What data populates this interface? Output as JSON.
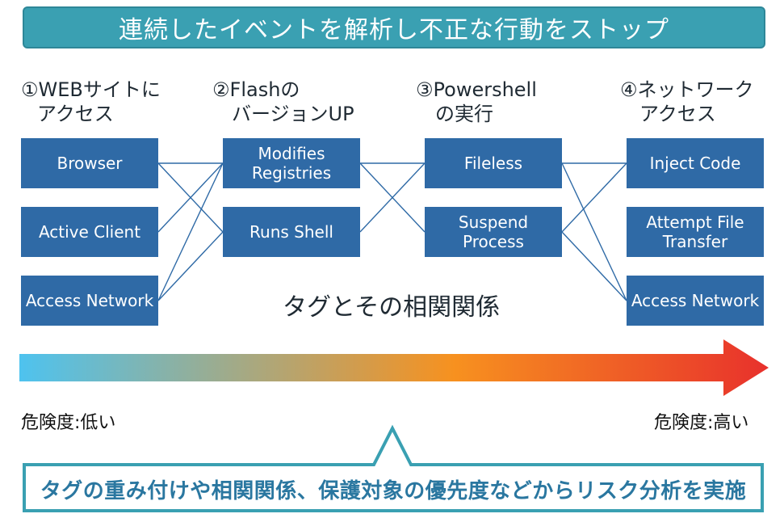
{
  "title": "連続したイベントを解析し不正な行動をストップ",
  "columns": [
    {
      "line1": "①WEBサイトに",
      "line2": "アクセス"
    },
    {
      "line1": "②Flashの",
      "line2": "バージョンUP"
    },
    {
      "line1": "③Powershell",
      "line2": "の実行"
    },
    {
      "line1": "④ネットワーク",
      "line2": "アクセス"
    }
  ],
  "nodes": {
    "col1": [
      "Browser",
      "Active Client",
      "Access Network"
    ],
    "col2": [
      "Modifies\nRegistries",
      "Runs Shell"
    ],
    "col3": [
      "Fileless",
      "Suspend\nProcess"
    ],
    "col4": [
      "Inject Code",
      "Attempt File\nTransfer",
      "Access Network"
    ]
  },
  "caption": "タグとその相関関係",
  "risk": {
    "low": "危険度:低い",
    "high": "危険度:高い"
  },
  "gradient_colors": [
    "#4ec3ef",
    "#f7911f",
    "#e8312c"
  ],
  "callout": "タグの重み付けや相関関係、保護対象の優先度などからリスク分析を実施",
  "colors": {
    "banner": "#3aa0b2",
    "node": "#2f6aa6",
    "callout_text": "#2a77a0",
    "callout_border": "#3aa0b2"
  }
}
